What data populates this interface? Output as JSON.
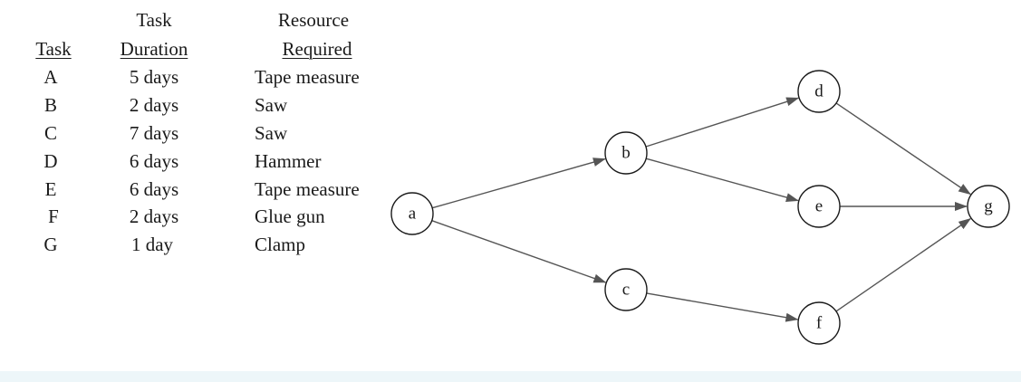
{
  "table": {
    "headers": {
      "task": "Task",
      "duration_line1": "Task",
      "duration_line2": "Duration",
      "resource_line1": "Resource",
      "resource_line2": "Required"
    },
    "rows": [
      {
        "task": "A",
        "duration": "5 days",
        "resource": "Tape measure"
      },
      {
        "task": "B",
        "duration": "2 days",
        "resource": "Saw"
      },
      {
        "task": "C",
        "duration": "7 days",
        "resource": "Saw"
      },
      {
        "task": "D",
        "duration": "6 days",
        "resource": "Hammer"
      },
      {
        "task": "E",
        "duration": "6 days",
        "resource": "Tape measure"
      },
      {
        "task": "F",
        "duration": "2 days",
        "resource": "Glue gun"
      },
      {
        "task": "G",
        "duration": "1 day",
        "resource": "Clamp"
      }
    ]
  },
  "network": {
    "nodes": [
      {
        "id": "a",
        "label": "a"
      },
      {
        "id": "b",
        "label": "b"
      },
      {
        "id": "c",
        "label": "c"
      },
      {
        "id": "d",
        "label": "d"
      },
      {
        "id": "e",
        "label": "e"
      },
      {
        "id": "f",
        "label": "f"
      },
      {
        "id": "g",
        "label": "g"
      }
    ],
    "edges": [
      {
        "from": "a",
        "to": "b"
      },
      {
        "from": "a",
        "to": "c"
      },
      {
        "from": "b",
        "to": "d"
      },
      {
        "from": "b",
        "to": "e"
      },
      {
        "from": "c",
        "to": "f"
      },
      {
        "from": "d",
        "to": "g"
      },
      {
        "from": "e",
        "to": "g"
      },
      {
        "from": "f",
        "to": "g"
      }
    ]
  },
  "colors": {
    "ink": "#1a1a1a",
    "arrow": "#555555",
    "strip": "#edf6f9"
  }
}
